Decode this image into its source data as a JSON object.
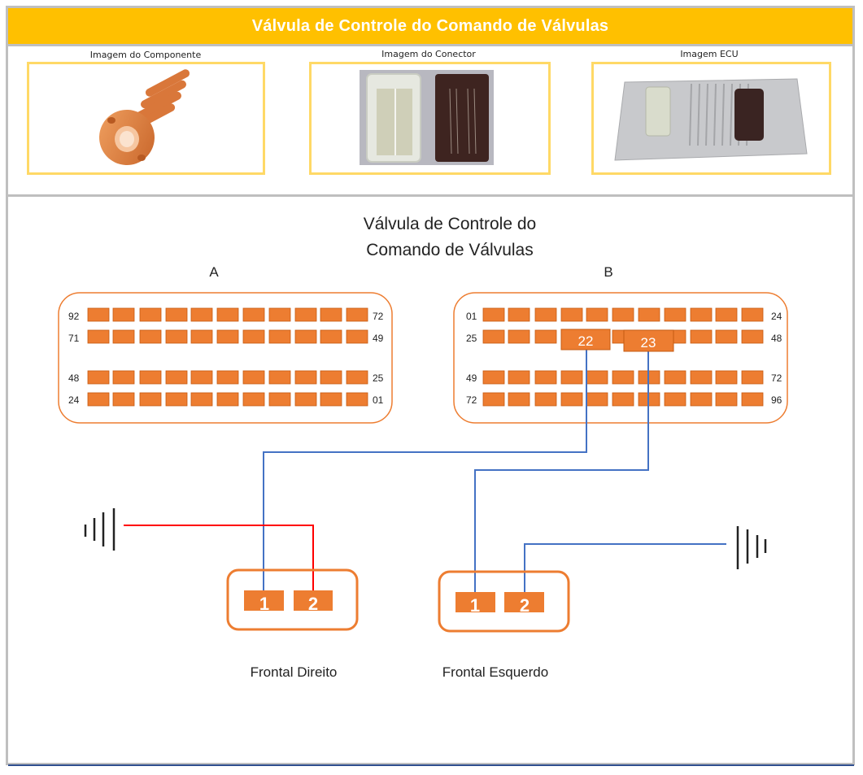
{
  "header": {
    "title": "Válvula de Controle do Comando de Válvulas"
  },
  "images": [
    {
      "label": "Imagem do Componente",
      "icon": "solenoid-valve-photo"
    },
    {
      "label": "Imagem do Conector",
      "icon": "ecu-connector-photo"
    },
    {
      "label": "Imagem ECU",
      "icon": "ecu-module-photo"
    }
  ],
  "diagram": {
    "title_line1": "Válvula de Controle do",
    "title_line2": "Comando de Válvulas",
    "connector_a": {
      "label": "A",
      "row_labels_left": [
        "92",
        "71",
        "48",
        "24"
      ],
      "row_labels_right": [
        "72",
        "49",
        "25",
        "01"
      ]
    },
    "connector_b": {
      "label": "B",
      "row_labels_left": [
        "01",
        "25",
        "49",
        "72"
      ],
      "row_labels_right": [
        "24",
        "48",
        "72",
        "96"
      ],
      "highlighted_pins": [
        "22",
        "23"
      ]
    },
    "components": [
      {
        "label": "Frontal Direito",
        "pins": [
          "1",
          "2"
        ]
      },
      {
        "label": "Frontal Esquerdo",
        "pins": [
          "1",
          "2"
        ]
      }
    ],
    "wires": [
      {
        "from": "B-22",
        "to": "Frontal Direito-1",
        "color": "#4472c4"
      },
      {
        "from": "B-23",
        "to": "Frontal Esquerdo-1",
        "color": "#4472c4"
      },
      {
        "from": "ground-left",
        "to": "Frontal Direito-2",
        "color": "#ff0000"
      },
      {
        "from": "ground-right",
        "to": "Frontal Esquerdo-2",
        "color": "#4472c4"
      }
    ],
    "colors": {
      "pin": "#ed7d31",
      "connector_border": "#ed7d31",
      "title_bar": "#ffc000",
      "image_border": "#ffd966"
    }
  }
}
